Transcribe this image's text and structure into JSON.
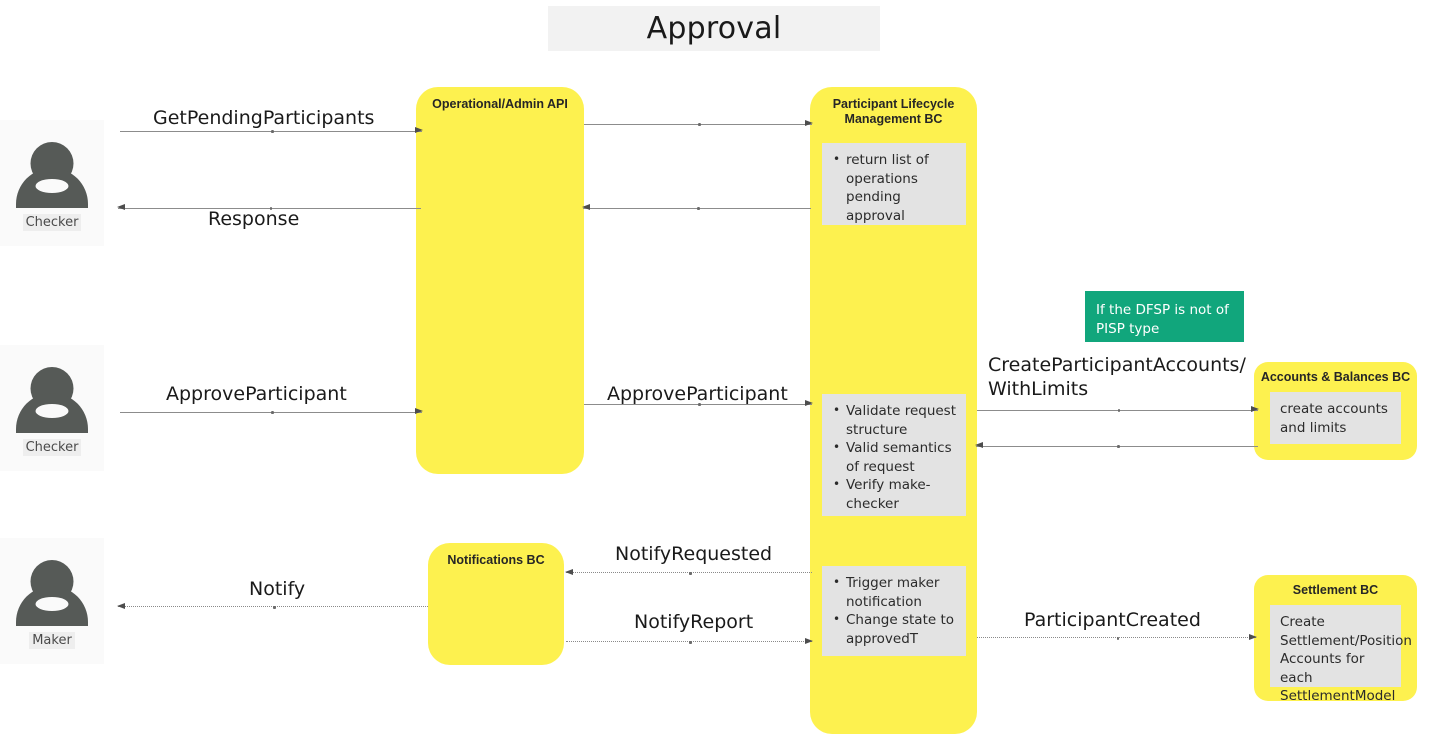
{
  "diagram": {
    "title": "Approval",
    "type": "sequence-diagram"
  },
  "actors": [
    {
      "id": "checker-top",
      "label": "Checker",
      "icon": "user-icon"
    },
    {
      "id": "checker-mid",
      "label": "Checker",
      "icon": "user-icon"
    },
    {
      "id": "maker-bottom",
      "label": "Maker",
      "icon": "user-icon"
    }
  ],
  "lifelines": [
    {
      "id": "admin-api",
      "title": "Operational/Admin API"
    },
    {
      "id": "plm-bc",
      "title": "Participant Lifecycle\nManagement BC"
    },
    {
      "id": "notifications-bc",
      "title": "Notifications BC"
    }
  ],
  "participants": [
    {
      "id": "accounts-balances-bc",
      "title": "Accounts & Balances BC"
    },
    {
      "id": "settlement-bc",
      "title": "Settlement BC"
    }
  ],
  "notes": {
    "pending_approval": {
      "items": [
        "return list of operations pending approval"
      ]
    },
    "validate": {
      "items": [
        "Validate request structure",
        "Valid semantics of request",
        "Verify make-checker"
      ]
    },
    "notify_state": {
      "items": [
        "Trigger maker notification",
        "Change state to approvedT"
      ]
    },
    "accounts_note": {
      "text": "create accounts and limits"
    },
    "settlement_note": {
      "text": "Create Settlement/Position Accounts for each SettlementModel"
    }
  },
  "callouts": {
    "dfsp_condition": "If the DFSP is not of PISP type"
  },
  "messages": [
    {
      "id": "m1",
      "label": "GetPendingParticipants",
      "from": "checker-top",
      "to": "admin-api",
      "style": "solid",
      "direction": "right"
    },
    {
      "id": "m2",
      "label": "",
      "from": "admin-api",
      "to": "plm-bc",
      "style": "solid",
      "direction": "right"
    },
    {
      "id": "m3",
      "label": "Response",
      "from": "admin-api",
      "to": "checker-top",
      "style": "solid",
      "direction": "left"
    },
    {
      "id": "m4",
      "label": "",
      "from": "plm-bc",
      "to": "admin-api",
      "style": "solid",
      "direction": "left"
    },
    {
      "id": "m5",
      "label": "ApproveParticipant",
      "from": "checker-mid",
      "to": "admin-api",
      "style": "solid",
      "direction": "right"
    },
    {
      "id": "m6",
      "label": "ApproveParticipant",
      "from": "admin-api",
      "to": "plm-bc",
      "style": "solid",
      "direction": "right"
    },
    {
      "id": "m7",
      "label": "CreateParticipantAccounts/\nWithLimits",
      "from": "plm-bc",
      "to": "accounts-balances-bc",
      "style": "solid",
      "direction": "right"
    },
    {
      "id": "m8",
      "label": "",
      "from": "accounts-balances-bc",
      "to": "plm-bc",
      "style": "solid",
      "direction": "left"
    },
    {
      "id": "m9",
      "label": "NotifyRequested",
      "from": "plm-bc",
      "to": "notifications-bc",
      "style": "dotted",
      "direction": "left"
    },
    {
      "id": "m10",
      "label": "Notify",
      "from": "notifications-bc",
      "to": "maker-bottom",
      "style": "dotted",
      "direction": "left"
    },
    {
      "id": "m11",
      "label": "NotifyReport",
      "from": "notifications-bc",
      "to": "plm-bc",
      "style": "dotted",
      "direction": "right"
    },
    {
      "id": "m12",
      "label": "ParticipantCreated",
      "from": "plm-bc",
      "to": "settlement-bc",
      "style": "dotted",
      "direction": "right"
    }
  ],
  "colors": {
    "lane_yellow": "#fdf14f",
    "note_gray": "#e3e3e3",
    "callout_teal": "#11a67c",
    "actor_gray": "#565a57",
    "title_band": "#f2f2f2"
  }
}
